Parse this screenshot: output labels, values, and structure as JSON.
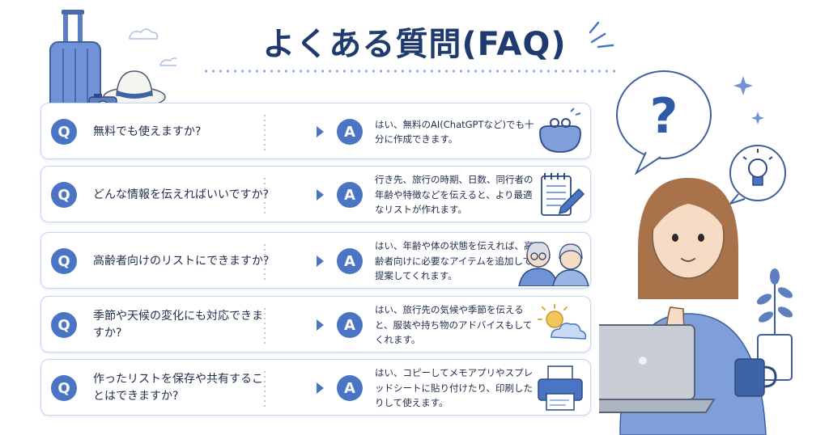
{
  "title": "よくある質問(FAQ)",
  "badges": {
    "question": "Q",
    "answer": "A"
  },
  "faqs": [
    {
      "question": "無料でも使えますか?",
      "answer": "はい、無料のAI(ChatGPTなど)でも十分に作成できます。",
      "icon": "coin-purse-icon"
    },
    {
      "question": "どんな情報を伝えればいいですか?",
      "answer": "行き先、旅行の時期、日数、同行者の年齢や特徴などを伝えると、より最適なリストが作れます。",
      "icon": "notepad-pencil-icon"
    },
    {
      "question": "高齢者向けのリストにできますか?",
      "answer": "はい、年齢や体の状態を伝えれば、高齢者向けに必要なアイテムを追加して提案してくれます。",
      "icon": "elderly-couple-icon"
    },
    {
      "question": "季節や天候の変化にも対応できますか?",
      "answer": "はい、旅行先の気候や季節を伝えると、服装や持ち物のアドバイスもしてくれます。",
      "icon": "sun-cloud-icon"
    },
    {
      "question": "作ったリストを保存や共有することはできますか?",
      "answer": "はい、コピーしてメモアプリやスプレッドシートに貼り付けたり、印刷したりして使えます。",
      "icon": "printer-icon"
    }
  ],
  "colors": {
    "accent": "#4a74c4",
    "title": "#1e3a6e",
    "border": "#c9d6ef"
  }
}
